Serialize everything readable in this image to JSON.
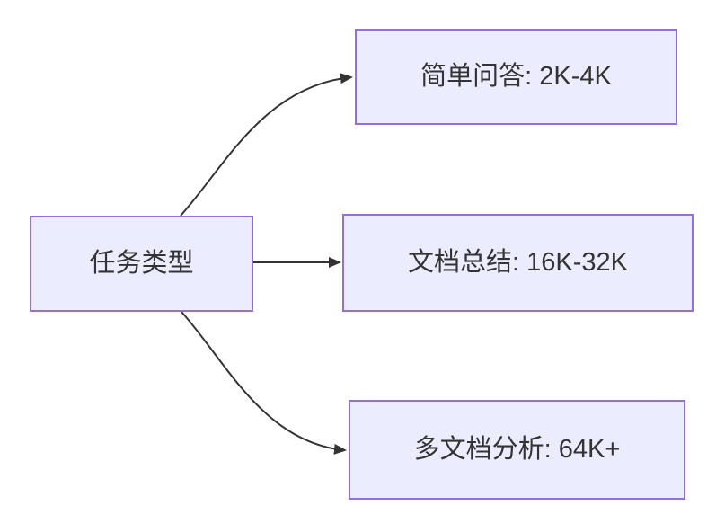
{
  "diagram": {
    "type": "flowchart",
    "direction": "left-to-right",
    "root": {
      "label": "任务类型"
    },
    "branches": [
      {
        "label": "简单问答: 2K-4K"
      },
      {
        "label": "文档总结: 16K-32K"
      },
      {
        "label": "多文档分析: 64K+"
      }
    ],
    "colors": {
      "node_fill": "#ECECFF",
      "node_border": "#9370DB",
      "text": "#333333",
      "arrow": "#333333",
      "background": "#FFFFFF"
    }
  }
}
